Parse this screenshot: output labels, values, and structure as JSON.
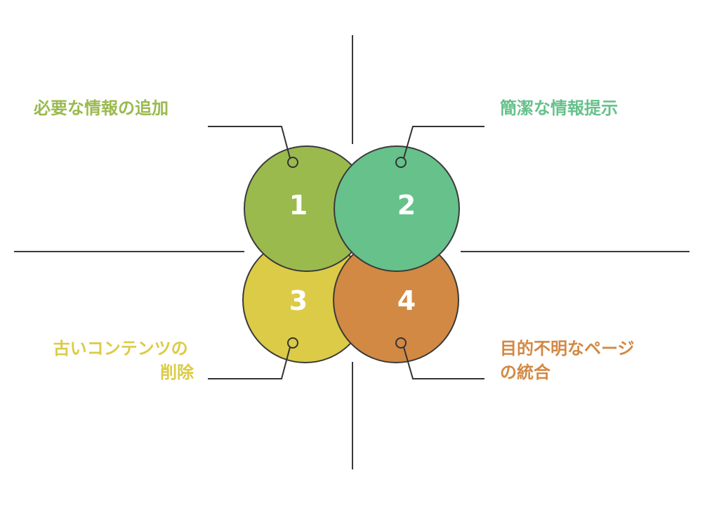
{
  "quadrants": [
    {
      "number": "1",
      "lines": [
        "必要な情報の追加"
      ],
      "color": "#9aba4e"
    },
    {
      "number": "2",
      "lines": [
        "簡潔な情報提示"
      ],
      "color": "#66c18b"
    },
    {
      "number": "3",
      "lines": [
        "古いコンテンツの",
        "削除"
      ],
      "color": "#dccb46"
    },
    {
      "number": "4",
      "lines": [
        "目的不明なページ",
        "の統合"
      ],
      "color": "#d28944"
    }
  ]
}
